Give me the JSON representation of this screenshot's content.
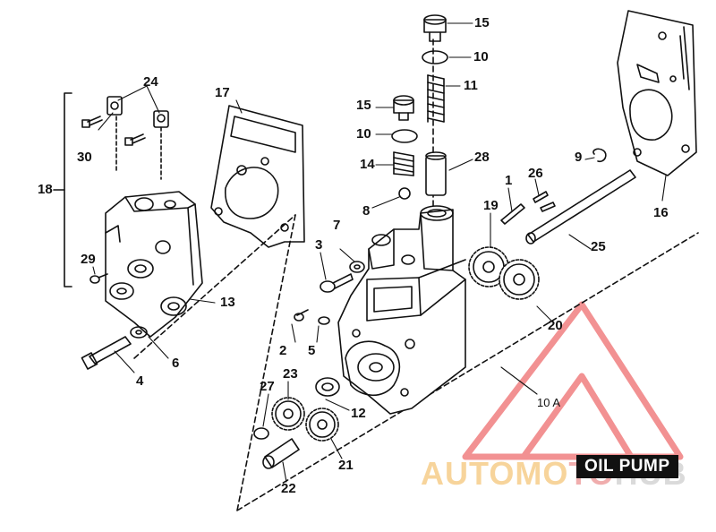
{
  "title": "OIL PUMP",
  "watermark": {
    "part1": "AUTOMO",
    "part2": "TO",
    "part3": "HUB",
    "color_triangle": "#e8393a",
    "color_text": "#f2b24a"
  },
  "labels": {
    "l1": "1",
    "l2": "2",
    "l3": "3",
    "l4": "4",
    "l5": "5",
    "l6": "6",
    "l7": "7",
    "l8": "8",
    "l9": "9",
    "l10a": "10",
    "l10b": "10",
    "l10c": "10 A",
    "l11": "11",
    "l12": "12",
    "l13": "13",
    "l14": "14",
    "l15a": "15",
    "l15b": "15",
    "l16": "16",
    "l17": "17",
    "l18": "18",
    "l19": "19",
    "l20": "20",
    "l21": "21",
    "l22": "22",
    "l23": "23",
    "l24": "24",
    "l25": "25",
    "l26": "26",
    "l27": "27",
    "l28": "28",
    "l29": "29",
    "l30": "30"
  }
}
